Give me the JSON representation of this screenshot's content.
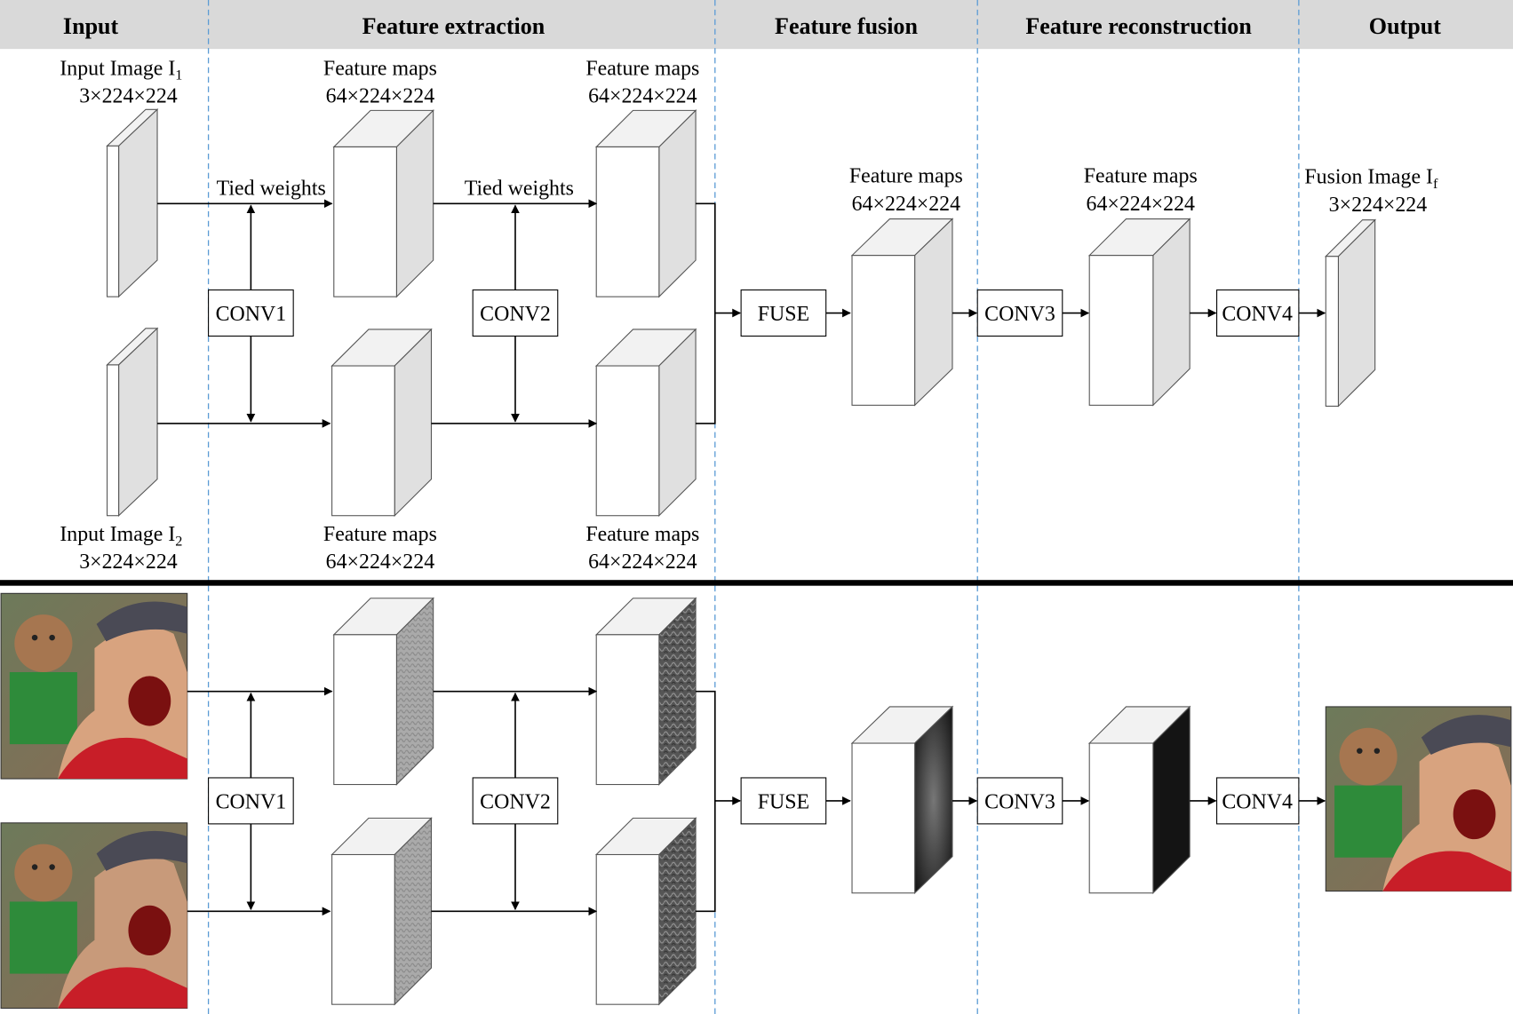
{
  "headers": {
    "input": "Input",
    "feature_extraction": "Feature extraction",
    "feature_fusion": "Feature fusion",
    "feature_reconstruction": "Feature reconstruction",
    "output": "Output"
  },
  "labels": {
    "input1_title": "Input Image I",
    "input1_sub": "1",
    "input2_title": "Input Image I",
    "input2_sub": "2",
    "input_dims": "3×224×224",
    "feature_maps": "Feature maps",
    "feature_dims": "64×224×224",
    "tied_weights": "Tied weights",
    "fusion_title": "Fusion Image I",
    "fusion_sub": "f",
    "fusion_dims": "3×224×224"
  },
  "ops": {
    "conv1": "CONV1",
    "conv2": "CONV2",
    "conv3": "CONV3",
    "conv4": "CONV4",
    "fuse": "FUSE"
  },
  "colors": {
    "header_band": "#d9d9d9",
    "block_side": "#e0e0e0",
    "block_face": "#ffffff",
    "separator": "#5b9bd5",
    "divider": "#000000"
  },
  "icons": {
    "input_photo": "child-with-gingerbread-photo",
    "feature_texture": "grayscale-feature-map-texture"
  }
}
